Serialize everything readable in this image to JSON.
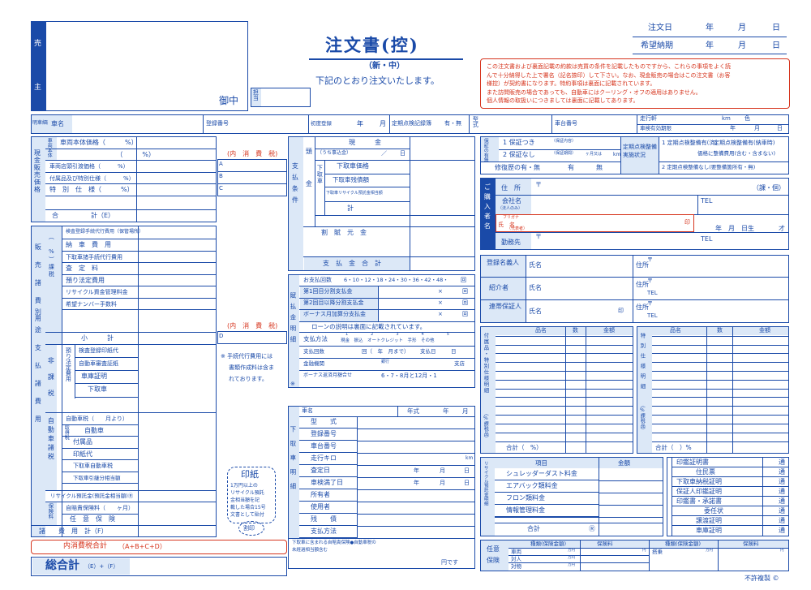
{
  "customer": {
    "sell_label": "売",
    "main_label": "主",
    "onchu": "御中",
    "tanto": "担当"
  },
  "title": {
    "main": "注文書(控)",
    "kind": "（新・中）",
    "sub": "下記のとおり注文いたします。"
  },
  "order_date": {
    "label": "注文日",
    "y": "年",
    "m": "月",
    "d": "日"
  },
  "delivery_date": {
    "label": "希望納期",
    "y": "年",
    "m": "月",
    "d": "日"
  },
  "notice": {
    "lines": [
      "この注文書および裏面記載の約款は売買の条件を記載したものですから、これらの事項をよく読",
      "んで十分納得した上で署名（記名捺印）して下さい。なお、現金販売の場合はこの注文書（お客",
      "様控）が契約書になります。特約事項は裏面に記載されています。",
      "また訪問販売の場合であっても、自動車にはクーリング・オフの適用はありません。",
      "個人情報の取扱いにつきましては裏面に記載してあります。"
    ]
  },
  "vehicle_row": {
    "meisai": "明車細両",
    "car_name": "車名",
    "reg_no": "登録番号",
    "first_reg": "初度登録",
    "year": "年",
    "month": "月",
    "inspection": "定期点検記録簿",
    "umu": "有・無",
    "type": "型式",
    "frame": "車台番号",
    "mileage": "走行軒",
    "km": "km",
    "color": "色",
    "inspect_exp": "車検有効期限",
    "exp_y": "年",
    "exp_m": "月",
    "exp_d": "日"
  },
  "price_section": {
    "side": "現金販売価格",
    "rows": [
      "車両本体価格（　　　%）",
      "（　　　%）",
      "車両店頭引渡価格（　　　%）",
      "付属品及び特別仕様（　　　%）",
      "特　別　仕　様（　　　%）"
    ],
    "total": "合　　　　　計（E）",
    "side_top": "車両本体"
  },
  "naishohi_1": {
    "title": "(内　消　費　税)",
    "rows": [
      "A",
      "B",
      "C"
    ]
  },
  "payment": {
    "side": "支払条件",
    "head": "頭金",
    "cash": "現　　　金",
    "inside": "（うち事込金）",
    "slash": "／",
    "day": "日",
    "shitadori": "下取車",
    "rows": [
      "下取車価格",
      "下取車残債額",
      "下取車リサイクル預託金相当額",
      "計"
    ],
    "installment": "割　賦　元　金",
    "total": "支　払　金　合　計"
  },
  "warranty": {
    "side": "保証の有無",
    "with": "1 保証つき",
    "with_sub": "（保証内容）",
    "without": "2 保証なし",
    "without_sub": "（保証期間）",
    "ka": "ヶ月又は",
    "km": "km",
    "repair": "修復歴の有・無",
    "umu1": "有",
    "umu2": "無",
    "regular": "定期点検整備実施状況",
    "r1": "1 定期点検整備有(済)",
    "r1b": "定期点検整備有(納車時)",
    "r1c": "価格に整備費用(含む・含まない)",
    "r2": "2 定期点検整備なし(要整備箇所有・無)"
  },
  "buyer": {
    "side": "ご購入者名",
    "address": "住　所",
    "postal": "〒",
    "kind": "（課・個）",
    "company": "会社名",
    "company_sub": "（法人のみ）",
    "furigana": "フリガナ",
    "name": "氏　名",
    "rep": "（代表者）",
    "seal": "印",
    "tel": "TEL",
    "birth": "年　月　日生",
    "age": "才",
    "work": "勤務先",
    "work_postal": "〒",
    "work_tel": "TEL"
  },
  "registrants": {
    "rows": [
      {
        "label": "登録名義人",
        "name": "氏名",
        "addr": "住所",
        "postal": "〒"
      },
      {
        "label": "紹介者",
        "name": "氏名",
        "addr": "住所",
        "postal": "〒",
        "tel": "TEL"
      },
      {
        "label": "連帯保証人",
        "name": "氏名",
        "addr": "住所",
        "postal": "〒",
        "tel": "TEL",
        "seal": "印"
      }
    ]
  },
  "expense_section": {
    "side1": "販売諸費用",
    "side2": "別途支払諸費用",
    "kazei": "（　%）課税",
    "rows1": [
      "検査登録手続代行費用（保管場所）",
      "納　車　費　用",
      "下取車諸手続代行費用",
      "査　定　料",
      "預り法定費用",
      "リサイクル資金管理料金",
      "希望ナンバー手数料"
    ],
    "subtotal": "小　　　計",
    "hikazei": "非課税",
    "azukari": "預り法定費用",
    "rows2": [
      "検査登録印紙代",
      "自動車審査証紙",
      "車庫証明",
      "下取車"
    ],
    "jidou": "自動車諸税",
    "rows3": [
      "自動車税（　　月より）",
      "自動車",
      "付属品",
      "印紙代",
      "下取車自動車税",
      "下取車引継分相当額"
    ],
    "shutoku": "取得税",
    "recycle": "リサイクル預託金(預託金相当額)Ⓡ",
    "hoken": "保険料",
    "rows4": [
      "自賠責保険料（　　ヶ月）",
      "任　意　保　険"
    ],
    "total": "諸　　費　用　計（F）"
  },
  "naishohi_2": {
    "title": "(内　消　費　税)",
    "rowD": "D"
  },
  "tetsuzuki_note": [
    "※ 手続代行費用には",
    "書類作成料は含ま",
    "れております。"
  ],
  "stamp": {
    "title": "印紙",
    "lines": [
      "1万円以上の",
      "リサイクル預託",
      "金相当額を記",
      "載した場合15号",
      "文書として貼付"
    ],
    "seal": "割印"
  },
  "tax_total": {
    "label": "内消費税合計",
    "formula": "（A+B+C+D）"
  },
  "grand_total": {
    "label": "総合計",
    "formula": "（E）+（F）"
  },
  "loan": {
    "side": "賦払金明細",
    "count_label": "お支払回数",
    "count_options": "6・10・12・18・24・30・36・42・48・",
    "count_unit": "回",
    "rows": [
      {
        "label": "第1回目分割支払金",
        "x": "×",
        "u": "回"
      },
      {
        "label": "第2回目以降分割支払金",
        "x": "×",
        "u": "回"
      },
      {
        "label": "ボーナス月加算分支払金",
        "x": "×",
        "u": "回"
      }
    ],
    "note": "ローンの説明は裏面に記載されています。",
    "method": "支払方法",
    "methods": "現金　振込　オートクレジット　手形　その他",
    "method_nums": "1　　2　　3　　4　　5",
    "count2": "支払回数",
    "kai": "回（　年　月まで）",
    "first": "支払日",
    "first_val": "日",
    "bank": "金融機関",
    "bank_sub": "銀行",
    "branch": "支店",
    "bonus": "ボーナス返済月額合せ",
    "bonus_val": "6・7・8月と12月・1",
    "kome": "※"
  },
  "tradein": {
    "side": "下取車明細",
    "car": "車名",
    "year": "年式",
    "y": "年",
    "m": "月",
    "rows": [
      "型　　式",
      "登録番号",
      "車台番号",
      "走行キロ",
      "査定日",
      "車検満了日",
      "所有者",
      "使用者",
      "残　　債",
      "支払方法"
    ],
    "km": "km",
    "ym": [
      "年",
      "月",
      "日"
    ],
    "note1": "下取車に含まれる自賠責保険●自動車税の",
    "note2": "未経過相当額含む",
    "yen": "円です"
  },
  "accessories": {
    "side1": "付属品・特別仕様明細",
    "side1b": "（%課税品）",
    "headers": [
      "品名",
      "数",
      "金額"
    ],
    "total": "合計（　%）",
    "side2": "特別仕様明細",
    "side2b": "（%課税品）",
    "total2": "合計（　）%"
  },
  "recycle_detail": {
    "side": "リサイクル預託金明細",
    "head": [
      "項目",
      "金額"
    ],
    "rows": [
      "シュレッダーダスト料金",
      "エアバック類料金",
      "フロン類料金",
      "情報管理料金"
    ],
    "total": "合計",
    "mark": "Ⓡ"
  },
  "documents": {
    "rows": [
      {
        "label": "印鑑証明書",
        "unit": "通"
      },
      {
        "label": "住民票",
        "unit": "通"
      },
      {
        "label": "下取車納税証明",
        "unit": "通"
      },
      {
        "label": "保証人印鑑証明",
        "unit": "通"
      },
      {
        "label": "印鑑書・承諾書",
        "unit": "通"
      },
      {
        "label": "委任状",
        "unit": "通"
      },
      {
        "label": "譲渡証明",
        "unit": "通"
      },
      {
        "label": "車庫証明",
        "unit": "通"
      }
    ]
  },
  "insurance": {
    "side": "任意保険",
    "head1": "種類(保険金額)",
    "head2": "保険料",
    "head3": "種類(保険金額)",
    "head4": "保険料",
    "rows": [
      "車両",
      "対人",
      "対物"
    ],
    "yen": "万円",
    "yen2": "円",
    "right": "搭乗"
  },
  "footer": "不許複製 ©"
}
